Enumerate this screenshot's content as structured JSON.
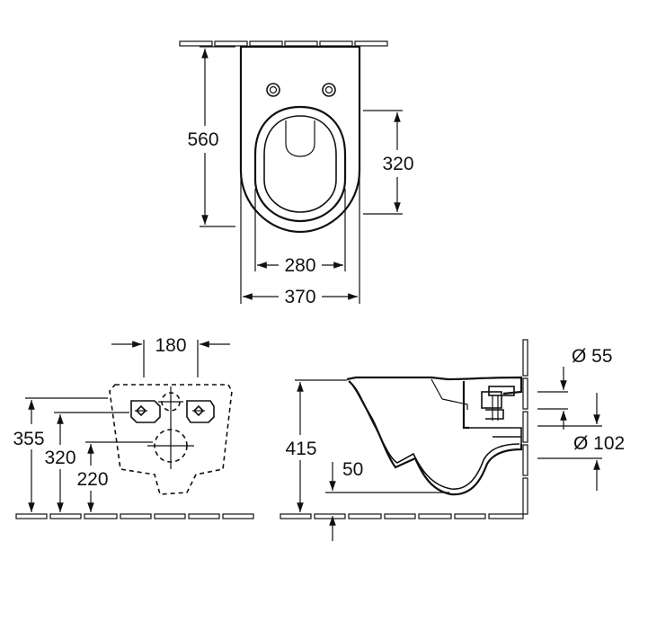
{
  "top_view": {
    "dim_length": "560",
    "dim_bowl_length": "320",
    "dim_inner_width": "280",
    "dim_outer_width": "370"
  },
  "front_view": {
    "dim_bolt_spacing": "180",
    "dim_height_total": "355",
    "dim_height_bolts": "320",
    "dim_height_outlet": "220"
  },
  "side_view": {
    "dim_diameter_inlet": "Ø 55",
    "dim_diameter_outlet": "Ø 102",
    "dim_height": "415",
    "dim_offset": "50"
  }
}
